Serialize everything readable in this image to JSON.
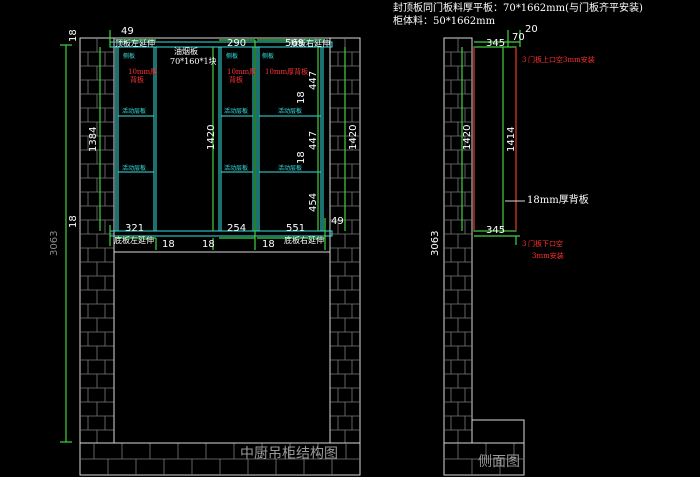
{
  "notes": {
    "line1": "封顶板同门板料厚平板：70*1662mm(与门板齐平安装)",
    "line2": "柜体料：50*1662mm"
  },
  "front": {
    "title": "中厨吊柜结构图",
    "dims": {
      "d49": "49",
      "d18_top_left": "18",
      "d290": "290",
      "d569": "569",
      "d1384": "1384",
      "d1420_mid": "1420",
      "d1420_right": "1420",
      "d447_a": "447",
      "d447_b": "447",
      "d454": "454",
      "d18_r1": "18",
      "d18_r2": "18",
      "d18_left": "18",
      "d321": "321",
      "d254": "254",
      "d551": "551",
      "d49_b": "49",
      "d18_b1": "18",
      "d18_b2": "18",
      "d18_b3": "18",
      "d3063": "3063"
    },
    "labels": {
      "top_left_bead": "顶板左延伸",
      "top_right_bead": "顶板右延伸",
      "bottom_left_bead": "底板左延伸",
      "bottom_right_bead": "底板右延伸",
      "range_hood_board": "油烟板",
      "range_hood_size": "70*160*1块",
      "back_left": "10mm厚",
      "back_left2": "背板",
      "back_mid": "10mm厚",
      "back_mid2": "背板",
      "back_right": "10mm厚背板",
      "side": "侧板",
      "shelf": "活动层板"
    }
  },
  "side": {
    "title": "侧面图",
    "dims": {
      "d20": "20",
      "d70": "70",
      "d345_top": "345",
      "d345_bot": "345",
      "d1420": "1420",
      "d1414": "1414",
      "d3063": "3063"
    },
    "labels": {
      "door_top": "门板上口空3mm安装",
      "back_board": "18mm厚背板",
      "door_bot": "门板下口空",
      "door_bot2": "3mm安装",
      "three_top": "3",
      "three_bot": "3"
    }
  }
}
